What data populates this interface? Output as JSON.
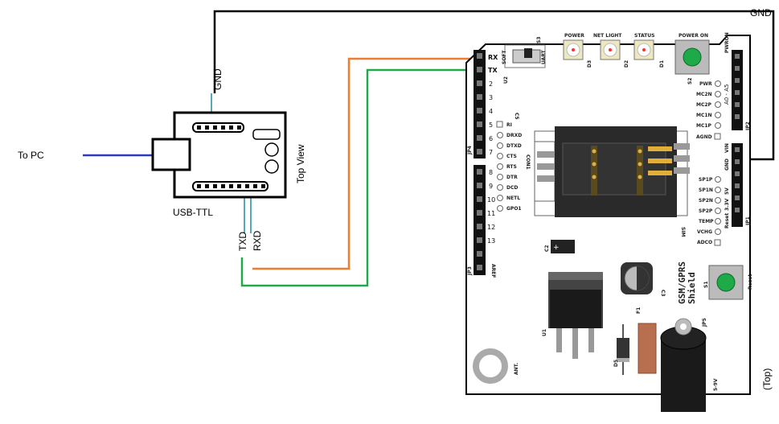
{
  "labels": {
    "gnd_top": "GND",
    "to_pc": "To PC",
    "usb_gnd": "GND",
    "usb_ttl": "USB-TTL",
    "top_view": "Top View",
    "txd": "TXD",
    "rxd": "RXD",
    "rx": "RX",
    "tx": "TX",
    "top": "(Top)"
  },
  "board": {
    "title_line1": "GSM/GPRS",
    "title_line2": "Shield",
    "components": {
      "s3": "S3",
      "u2": "U2",
      "sw_soft": "SOFT",
      "sw_uart": "UART",
      "power": "POWER",
      "net_light": "NET LIGHT",
      "status": "STATUS",
      "power_on": "POWER ON",
      "d3": "D3",
      "d2": "D2",
      "d1": "D1",
      "s2": "S2",
      "pwron": "PWRON",
      "a0_a5": "A0 - A5",
      "jp2": "JP2",
      "vin": "VIN",
      "gnd": "GND",
      "five_v": "5V",
      "three_v": "3.3V",
      "reset_hdr": "Reset",
      "jp1": "JP1",
      "jp4": "JP4",
      "jp3": "JP3",
      "aref": "AREF",
      "c5": "C5",
      "con1": "CON1",
      "sim": "SIM",
      "c2": "C2",
      "c3": "C3",
      "s1": "S1",
      "reset_btn": "Reset",
      "u1": "U1",
      "f1": "F1",
      "d5": "D5",
      "jp5": "JP5",
      "volt": "5-9V",
      "ant": "ANT."
    },
    "digital_pins_top": [
      "2",
      "3",
      "4",
      "5",
      "6",
      "7"
    ],
    "digital_pins_bottom": [
      "8",
      "9",
      "10",
      "11",
      "12",
      "13"
    ],
    "modem_signals": [
      "RI",
      "DRXD",
      "DTXD",
      "CTS",
      "RTS",
      "DTR",
      "DCD",
      "NETL",
      "GPO1"
    ],
    "right_signals_top": [
      "PWR",
      "MC2N",
      "MC2P",
      "MC1N",
      "MC1P",
      "AGND"
    ],
    "right_signals_bottom": [
      "SP1P",
      "SP1N",
      "SP2N",
      "SP2P",
      "TEMP",
      "VCHG",
      "ADCO"
    ]
  },
  "colors": {
    "wire_gnd": "#000000",
    "wire_rx": "#ed7d31",
    "wire_tx": "#22a84a",
    "wire_pc": "#2e3bb8",
    "wire_teal": "#1a8fa0",
    "led": "#ff3030",
    "button": "#1faa4a"
  }
}
